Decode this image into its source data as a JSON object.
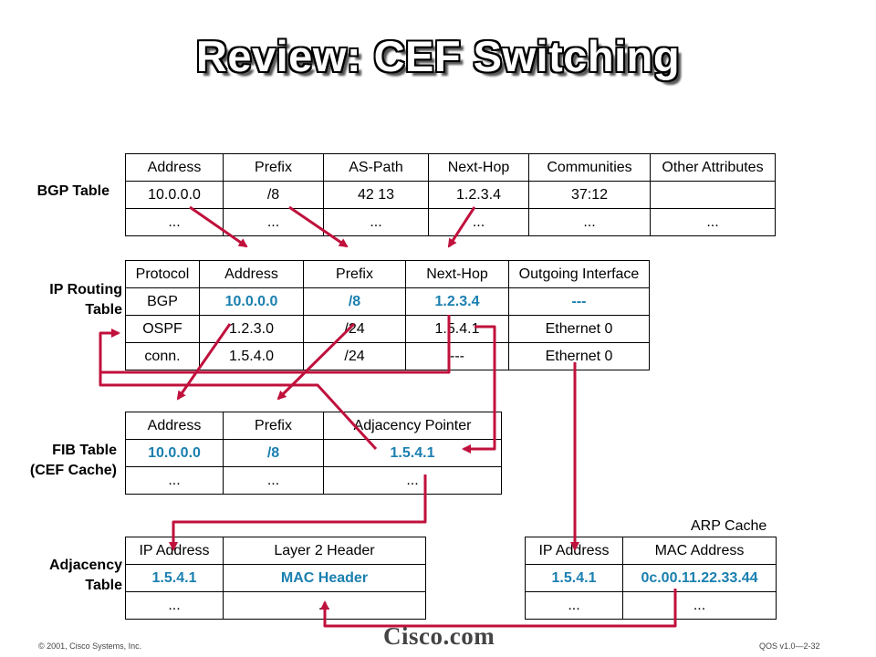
{
  "title": "Review: CEF Switching",
  "labels": {
    "bgp": "BGP Table",
    "ip_routing_1": "IP Routing",
    "ip_routing_2": "Table",
    "fib_1": "FIB Table",
    "fib_2": "(CEF Cache)",
    "adj_1": "Adjacency",
    "adj_2": "Table",
    "arp": "ARP Cache"
  },
  "bgp_table": {
    "headers": [
      "Address",
      "Prefix",
      "AS-Path",
      "Next-Hop",
      "Communities",
      "Other Attributes"
    ],
    "rows": [
      [
        "10.0.0.0",
        "/8",
        "42 13",
        "1.2.3.4",
        "37:12",
        ""
      ],
      [
        "...",
        "...",
        "...",
        "...",
        "...",
        "..."
      ]
    ]
  },
  "ip_routing_table": {
    "headers": [
      "Protocol",
      "Address",
      "Prefix",
      "Next-Hop",
      "Outgoing Interface"
    ],
    "rows": [
      [
        "BGP",
        "10.0.0.0",
        "/8",
        "1.2.3.4",
        "---"
      ],
      [
        "OSPF",
        "1.2.3.0",
        "/24",
        "1.5.4.1",
        "Ethernet 0"
      ],
      [
        "conn.",
        "1.5.4.0",
        "/24",
        "---",
        "Ethernet 0"
      ]
    ]
  },
  "fib_table": {
    "headers": [
      "Address",
      "Prefix",
      "Adjacency Pointer"
    ],
    "rows": [
      [
        "10.0.0.0",
        "/8",
        "1.5.4.1"
      ],
      [
        "...",
        "...",
        "..."
      ]
    ]
  },
  "adjacency_table": {
    "headers": [
      "IP Address",
      "Layer 2 Header"
    ],
    "rows": [
      [
        "1.5.4.1",
        "MAC Header"
      ],
      [
        "...",
        "..."
      ]
    ]
  },
  "arp_cache": {
    "headers": [
      "IP Address",
      "MAC Address"
    ],
    "rows": [
      [
        "1.5.4.1",
        "0c.00.11.22.33.44"
      ],
      [
        "...",
        "..."
      ]
    ]
  },
  "footer": {
    "copyright": "© 2001, Cisco Systems, Inc.",
    "brand": "Cisco.com",
    "course": "QOS v1.0—2-32"
  },
  "colors": {
    "arrow": "#c0103c",
    "highlight": "#1a7fb0"
  }
}
